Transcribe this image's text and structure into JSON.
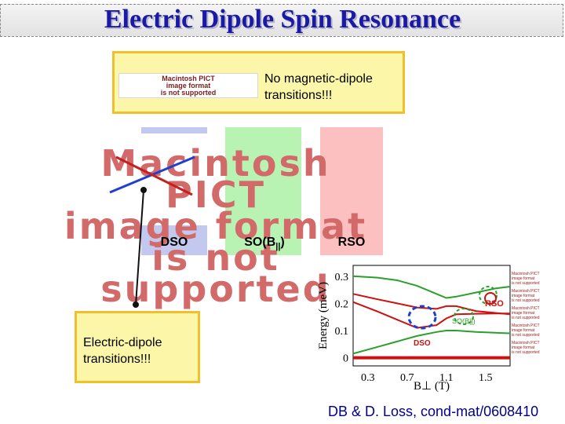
{
  "title": "Electric Dipole Spin Resonance",
  "callout_top": {
    "pict_lines": [
      "Macintosh PICT",
      "image format",
      "is not supported"
    ],
    "note_line1": "No magnetic-dipole",
    "note_line2": "transitions!!!"
  },
  "diagram_pict_lines": [
    "Macintosh PICT",
    "image format",
    "is not supported"
  ],
  "columns": {
    "dso": "DSO",
    "so_b": "SO(B",
    "so_sub": "||",
    "so_close": ")",
    "rso": "RSO"
  },
  "callout_bottom": {
    "line1": "Electric-dipole",
    "line2": "transitions!!!"
  },
  "colors": {
    "blue_column": "#c3c9ee",
    "green_column": "#b9f3b4",
    "red_column": "#fcc0c0",
    "title": "#1a1aa6",
    "callout_fill": "#fbf6a8",
    "callout_border": "#f0c02a"
  },
  "chart_data": {
    "type": "line",
    "xlabel": "B⊥ (T)",
    "ylabel": "Energy (meV)",
    "xticks": [
      "0.3",
      "0.7",
      "1.1",
      "1.5"
    ],
    "yticks": [
      "0",
      "0.1",
      "0.2",
      "0.3"
    ],
    "xlim": [
      0.15,
      1.75
    ],
    "ylim": [
      -0.03,
      0.34
    ],
    "series": [
      {
        "color": "#2aa02a",
        "x": [
          0.15,
          0.4,
          0.6,
          0.8,
          1.0,
          1.1,
          1.2,
          1.4,
          1.6,
          1.75
        ],
        "y": [
          0.3,
          0.295,
          0.285,
          0.265,
          0.235,
          0.22,
          0.225,
          0.24,
          0.255,
          0.262
        ]
      },
      {
        "color": "#cc1111",
        "x": [
          0.15,
          0.4,
          0.6,
          0.8,
          1.0,
          1.1,
          1.2,
          1.4,
          1.6,
          1.75
        ],
        "y": [
          0.235,
          0.215,
          0.2,
          0.185,
          0.18,
          0.19,
          0.19,
          0.172,
          0.165,
          0.16
        ]
      },
      {
        "color": "#cc1111",
        "x": [
          0.15,
          0.4,
          0.6,
          0.8,
          1.0,
          1.1,
          1.2,
          1.4,
          1.6,
          1.75
        ],
        "y": [
          0.205,
          0.17,
          0.14,
          0.11,
          0.12,
          0.145,
          0.16,
          0.162,
          0.163,
          0.163
        ]
      },
      {
        "color": "#2aa02a",
        "x": [
          0.15,
          0.4,
          0.6,
          0.8,
          1.0,
          1.1,
          1.2,
          1.4,
          1.6,
          1.75
        ],
        "y": [
          0.015,
          0.04,
          0.06,
          0.08,
          0.095,
          0.1,
          0.1,
          0.095,
          0.092,
          0.09
        ]
      },
      {
        "color": "#cc1111",
        "x": [
          0.15,
          0.4,
          0.6,
          0.8,
          1.0,
          1.1,
          1.2,
          1.4,
          1.6,
          1.75
        ],
        "y": [
          0.0,
          0.0,
          0.0,
          0.0,
          0.0,
          0.0,
          0.0,
          0.0,
          0.0,
          0.0
        ]
      }
    ],
    "annotations": {
      "rso": "RSO",
      "so": "SO(B||)",
      "dso": "DSO"
    },
    "legend_pict": [
      "Macintosh PICT",
      "image format",
      "is not supported"
    ]
  },
  "citation": "DB & D. Loss, cond-mat/0608410"
}
